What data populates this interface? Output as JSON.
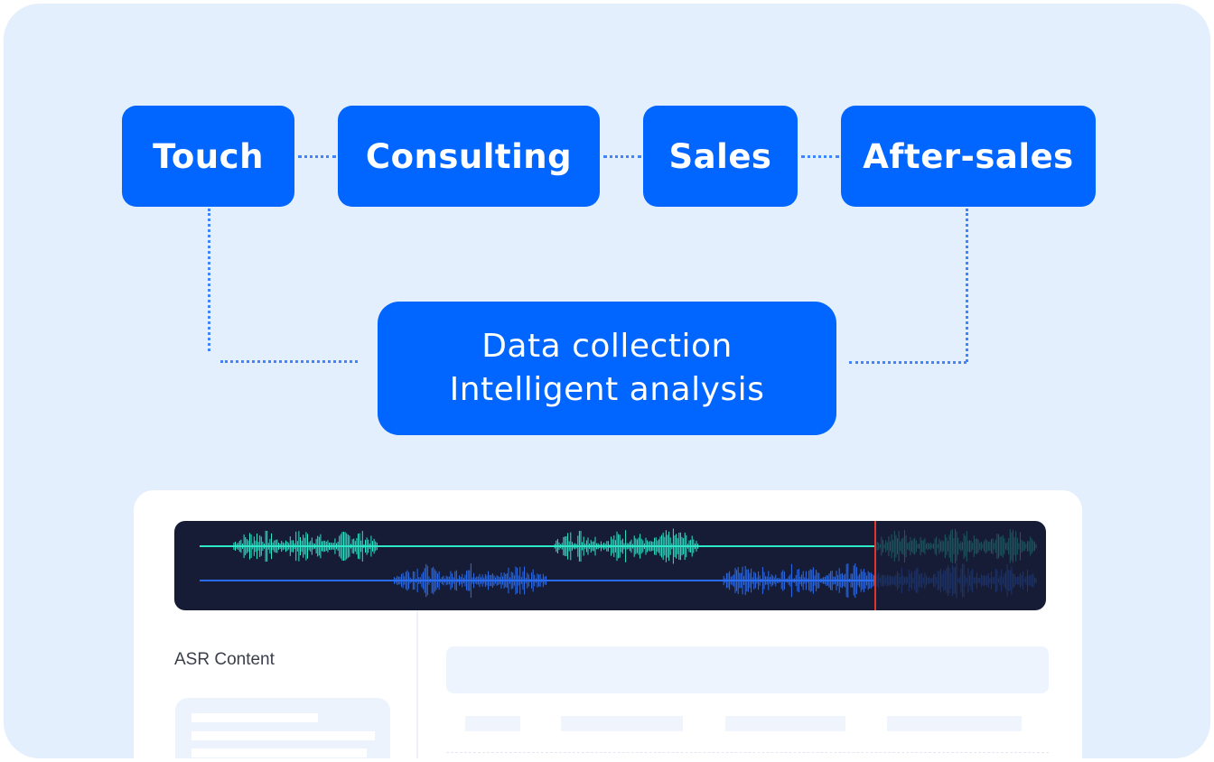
{
  "flow": {
    "stages": [
      {
        "label": "Touch"
      },
      {
        "label": "Consulting"
      },
      {
        "label": "Sales"
      },
      {
        "label": "After-sales"
      }
    ],
    "center": {
      "line1": "Data collection",
      "line2": "Intelligent analysis"
    }
  },
  "panel": {
    "asr_label": "ASR Content"
  },
  "colors": {
    "background": "#e3effd",
    "box": "#0066ff",
    "connector": "#3d86ff",
    "waveform_bg": "#161c36",
    "channel_a": "#2ee6c8",
    "channel_b": "#2a6cf0",
    "playhead": "#e0352b"
  },
  "waveform": {
    "playhead_fraction": 0.8,
    "channel_a_bursts": [
      [
        0.04,
        0.21
      ],
      [
        0.42,
        0.59
      ],
      [
        0.8,
        0.99
      ]
    ],
    "channel_b_bursts": [
      [
        0.23,
        0.41
      ],
      [
        0.62,
        0.8
      ],
      [
        0.8,
        0.99
      ]
    ]
  }
}
